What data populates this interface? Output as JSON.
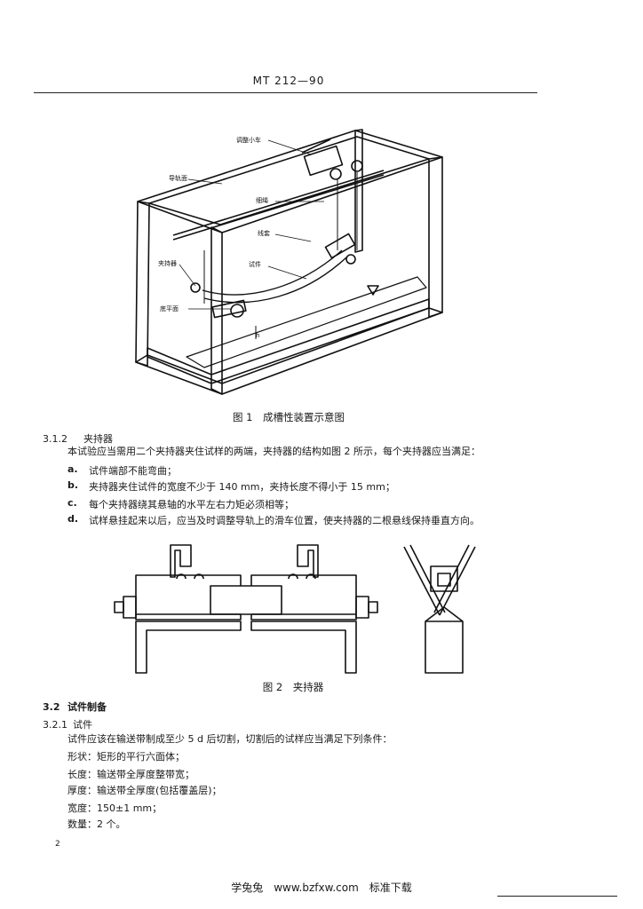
{
  "header": {
    "code": "MT 212—90"
  },
  "figure1": {
    "labels": {
      "trolley": "调整小车",
      "rail": "导轨面",
      "rope": "细绳",
      "wire": "线套",
      "clamp": "夹持器",
      "specimen": "试件",
      "base": "底平面",
      "height": "h"
    },
    "caption": "图 1　成槽性装置示意图"
  },
  "section_3_1_2": {
    "number": "3.1.2",
    "title": "夹持器",
    "intro": "本试验应当需用二个夹持器夹住试样的两端，夹持器的结构如图 2 所示，每个夹持器应当满足：",
    "items": [
      {
        "mark": "a.",
        "text": "试件端部不能弯曲；"
      },
      {
        "mark": "b.",
        "text": "夹持器夹住试件的宽度不少于 140 mm，夹持长度不得小于 15 mm；"
      },
      {
        "mark": "c.",
        "text": "每个夹持器绕其悬轴的水平左右力矩必须相等；"
      },
      {
        "mark": "d.",
        "text": "试样悬挂起来以后，应当及时调整导轨上的滑车位置，使夹持器的二根悬线保持垂直方向。"
      }
    ]
  },
  "figure2": {
    "caption": "图 2　夹持器"
  },
  "section_3_2": {
    "number": "3.2",
    "title": "试件制备"
  },
  "section_3_2_1": {
    "number": "3.2.1",
    "title": "试件",
    "intro": "试件应该在输送带制成至少 5 d 后切割，切割后的试样应当满足下列条件：",
    "conditions": [
      "形状：矩形的平行六面体；",
      "长度：输送带全厚度整带宽；",
      "厚度：输送带全厚度(包括覆盖层)；",
      "宽度：150±1 mm；",
      "数量：2 个。"
    ]
  },
  "page_number": "2",
  "footer": {
    "text": "学兔兔　www.bzfxw.com　标准下载"
  }
}
